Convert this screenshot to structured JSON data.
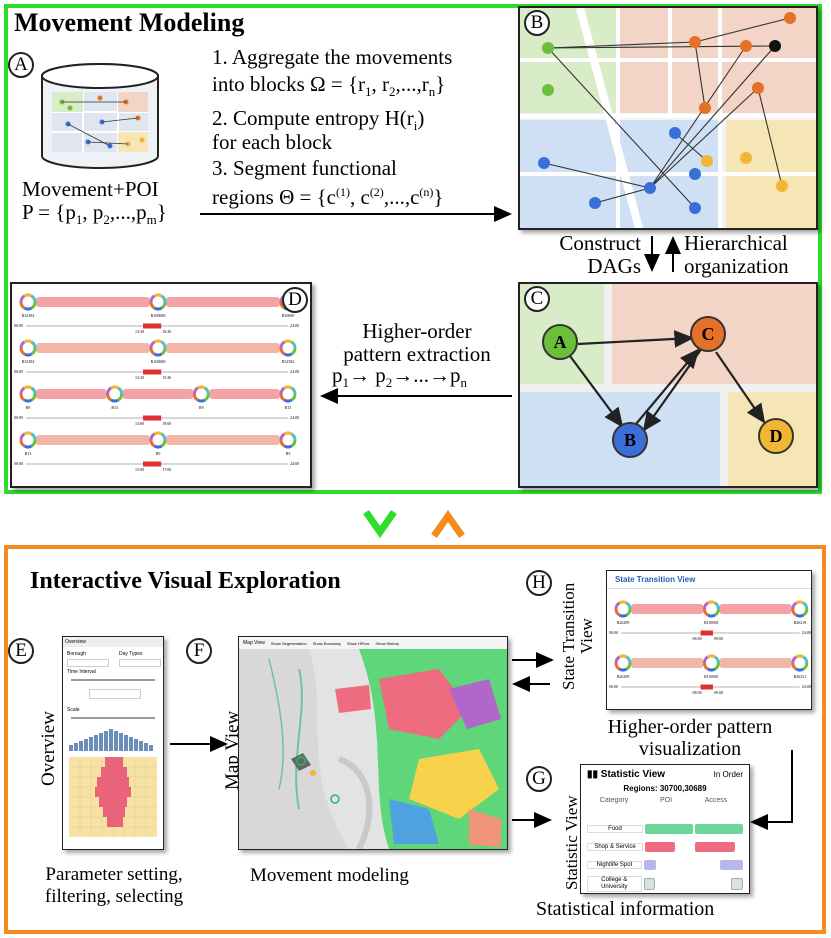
{
  "top": {
    "title": "Movement Modeling",
    "letters": {
      "a": "A",
      "b": "B",
      "c": "C",
      "d": "D"
    },
    "steps": {
      "s1a": "1. Aggregate the movements",
      "s1b": "into blocks Ω = {r",
      "s1b_sub1": "1",
      "s1b_mid": ", r",
      "s1b_sub2": "2",
      "s1b_rest": ",...,r",
      "s1b_subn": "n",
      "s1b_end": "}",
      "s2a": "2. Compute entropy H(r",
      "s2a_sub": "i",
      "s2a_end": ")",
      "s2b": "for each block",
      "s3a": "3. Segment functional",
      "s3b": "regions Θ = {c",
      "s3b_sup1": "(1)",
      "s3b_mid": ", c",
      "s3b_sup2": "(2)",
      "s3b_rest": ",...,c",
      "s3b_supn": "(n)",
      "s3b_end": "}"
    },
    "db_label1": "Movement+POI",
    "db_label2": "P = {p",
    "db_sub1": "1",
    "db_mid": ", p",
    "db_sub2": "2",
    "db_rest": ",...,p",
    "db_subm": "m",
    "db_end": "}",
    "construct1": "Construct",
    "construct2": "DAGs",
    "hier1": "Hierarchical",
    "hier2": "organization",
    "ho1": "Higher-order",
    "ho2": "pattern extraction",
    "ho3_p": "p",
    "ho3_s1": "1",
    "ho3_a": "→ p",
    "ho3_s2": "2",
    "ho3_b": "→...→p",
    "ho3_sn": "n",
    "dag_nodes": [
      "A",
      "C",
      "B",
      "D"
    ],
    "pattern_rows": [
      {
        "ids": [
          "R32382",
          "R100000",
          "R30690"
        ],
        "time": [
          "00:00",
          "13:30",
          "16:30",
          "24:00"
        ]
      },
      {
        "ids": [
          "R32382",
          "R100000",
          "R32382"
        ],
        "time": [
          "00:00",
          "13:30",
          "15:30",
          "24:00"
        ]
      },
      {
        "ids": [
          "R9",
          "R13",
          "R9",
          "R13"
        ],
        "time": [
          "00:00",
          "13:00",
          "19:00",
          "24:00"
        ]
      },
      {
        "ids": [
          "R13",
          "R9",
          "R5"
        ],
        "time": [
          "00:00",
          "15:00",
          "17:00",
          "24:00"
        ]
      }
    ]
  },
  "bottom": {
    "title": "Interactive Visual Exploration",
    "letters": {
      "e": "E",
      "f": "F",
      "g": "G",
      "h": "H"
    },
    "overview_vert": "Overview",
    "mapview_vert": "Map View",
    "state_vert1": "State Transition",
    "state_vert2": "View",
    "stat_vert": "Statistic View",
    "cap_e1": "Parameter setting,",
    "cap_e2": "filtering, selecting",
    "cap_f": "Movement modeling",
    "cap_h1": "Higher-order pattern",
    "cap_h2": "visualization",
    "cap_g": "Statistical information",
    "overview_panel": {
      "title": "Overview",
      "borough": "Borough",
      "day_types": "Day Types",
      "time_interval": "Time Interval",
      "scale": "Scale"
    },
    "map_panel": {
      "title": "Map View",
      "opts": [
        "Show Segmentation",
        "Show Boundary",
        "Show HFlow",
        "Show History"
      ]
    },
    "state_panel": {
      "title": "State Transition View",
      "rows": [
        {
          "ids": [
            "R26299",
            "R100001",
            "R26219"
          ],
          "time": [
            "00:00",
            "08:00",
            "09:00",
            "24:00"
          ]
        },
        {
          "ids": [
            "R26299",
            "R100001",
            "R26231"
          ],
          "time": [
            "00:00",
            "08:00",
            "09:00",
            "24:00"
          ]
        }
      ]
    },
    "stat_panel": {
      "title": "Statistic View",
      "in_order": "In Order",
      "regions": "Regions: 30700,30689",
      "cols": [
        "Category",
        "POI",
        "Access"
      ],
      "rows": [
        "Food",
        "Shop & Service",
        "Nightlife Spot",
        "College & University"
      ]
    }
  },
  "colors": {
    "green": "#2edc2e",
    "orange": "#f58a1e",
    "node_a": "#6cbf3a",
    "node_c": "#e4702a",
    "node_b": "#3a6fd8",
    "node_d": "#f0b634"
  }
}
